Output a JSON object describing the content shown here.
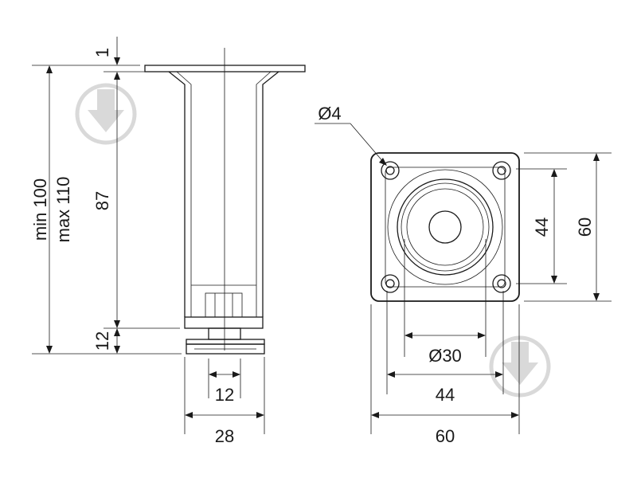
{
  "side_view": {
    "dim_top_flange": "1",
    "dim_body_height": "87",
    "dim_base_height": "12",
    "dim_total_min": "min 100",
    "dim_total_max": "max 110",
    "dim_bolt": "12",
    "dim_width": "28"
  },
  "top_view": {
    "dim_hole": "Ø4",
    "dim_inner_diameter": "Ø30",
    "dim_hole_spacing_h": "44",
    "dim_plate_width": "60",
    "dim_hole_spacing_v": "44",
    "dim_plate_height": "60"
  },
  "watermark": {
    "icon": "download-arrow-icon"
  },
  "colors": {
    "line": "#1a1a1a",
    "watermark": "#d9d9d9"
  }
}
